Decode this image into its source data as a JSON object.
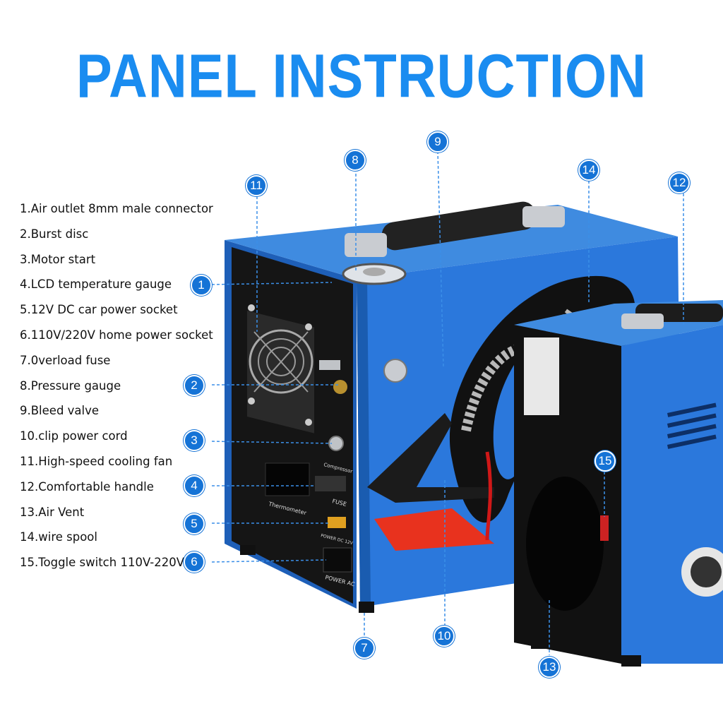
{
  "title": "PANEL INSTRUCTION",
  "instructions": [
    "1.Air outlet 8mm male connector",
    "2.Burst disc",
    "3.Motor start",
    "4.LCD temperature gauge",
    "5.12V DC car power socket",
    "6.110V/220V home power socket",
    "7.0verload fuse",
    "8.Pressure gauge",
    "9.Bleed valve",
    "10.clip power cord",
    "11.High-speed cooling fan",
    "12.Comfortable handle",
    "13.Air Vent",
    "14.wire spool",
    "15.Toggle switch 110V-220V"
  ],
  "callouts": [
    "1",
    "2",
    "3",
    "4",
    "5",
    "6",
    "7",
    "8",
    "9",
    "10",
    "11",
    "12",
    "13",
    "14",
    "15"
  ],
  "panel_labels": {
    "compressor": "Compressor",
    "thermometer": "Thermometer",
    "fuse": "FUSE",
    "power_dc": "POWER DC 12V",
    "power_ac": "POWER AC"
  },
  "colors": {
    "title": "#1a8cf0",
    "badge": "#1573d6",
    "body_blue": "#1f6fd1",
    "panel_black": "#151515",
    "clip_red": "#e8321e"
  }
}
